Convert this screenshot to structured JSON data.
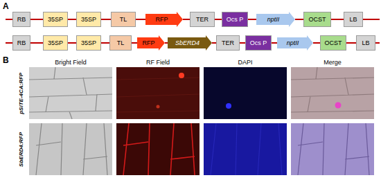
{
  "diagram": {
    "nodes": [
      {
        "text": [
          "RB"
        ]
      },
      {
        "text": [
          "35SP"
        ]
      },
      {
        "text": [
          "35SP"
        ]
      },
      {
        "text": [
          "TL"
        ]
      },
      {
        "text": [
          "RFP"
        ]
      },
      {
        "text": [
          "TER"
        ]
      },
      {
        "text": [
          "Ocs P"
        ]
      },
      {
        "text": [
          "nptII"
        ]
      },
      {
        "text": [
          "OCST"
        ]
      },
      {
        "text": [
          "LB"
        ]
      },
      {
        "text": [
          "RB"
        ]
      },
      {
        "text": [
          "35SP"
        ]
      },
      {
        "text": [
          "35SP"
        ]
      },
      {
        "text": [
          "TL"
        ]
      },
      {
        "text": [
          "RFP"
        ]
      },
      {
        "text": [
          "SbERD4"
        ]
      },
      {
        "text": [
          "TER"
        ]
      },
      {
        "text": [
          "Ocs P"
        ]
      },
      {
        "text": [
          "nptII"
        ]
      },
      {
        "text": [
          "OCST"
        ]
      },
      {
        "text": [
          "LB"
        ]
      }
    ],
    "edges": [
      {
        "from": 0,
        "to": 1,
        "arrow": "none"
      },
      {
        "from": 1,
        "to": 2,
        "arrow": "none"
      },
      {
        "from": 2,
        "to": 3,
        "arrow": "none"
      },
      {
        "from": 3,
        "to": 4,
        "arrow": "none"
      },
      {
        "from": 4,
        "to": 5,
        "arrow": "none"
      },
      {
        "from": 5,
        "to": 6,
        "arrow": "none"
      },
      {
        "from": 6,
        "to": 7,
        "arrow": "none"
      },
      {
        "from": 7,
        "to": 8,
        "arrow": "none"
      },
      {
        "from": 8,
        "to": 9,
        "arrow": "none"
      },
      {
        "from": 10,
        "to": 11,
        "arrow": "none"
      },
      {
        "from": 11,
        "to": 12,
        "arrow": "none"
      },
      {
        "from": 12,
        "to": 13,
        "arrow": "none"
      },
      {
        "from": 13,
        "to": 14,
        "arrow": "none"
      },
      {
        "from": 14,
        "to": 15,
        "arrow": "none"
      },
      {
        "from": 15,
        "to": 16,
        "arrow": "none"
      },
      {
        "from": 16,
        "to": 17,
        "arrow": "none"
      },
      {
        "from": 17,
        "to": 18,
        "arrow": "none"
      },
      {
        "from": 18,
        "to": 19,
        "arrow": "none"
      },
      {
        "from": 19,
        "to": 20,
        "arrow": "none"
      }
    ],
    "labels": [
      "A",
      "B",
      "Bright Field",
      "RF Field",
      "DAPI",
      "Merge",
      "pSITE-4CA:RFP",
      "SbERD4:RFP"
    ]
  }
}
